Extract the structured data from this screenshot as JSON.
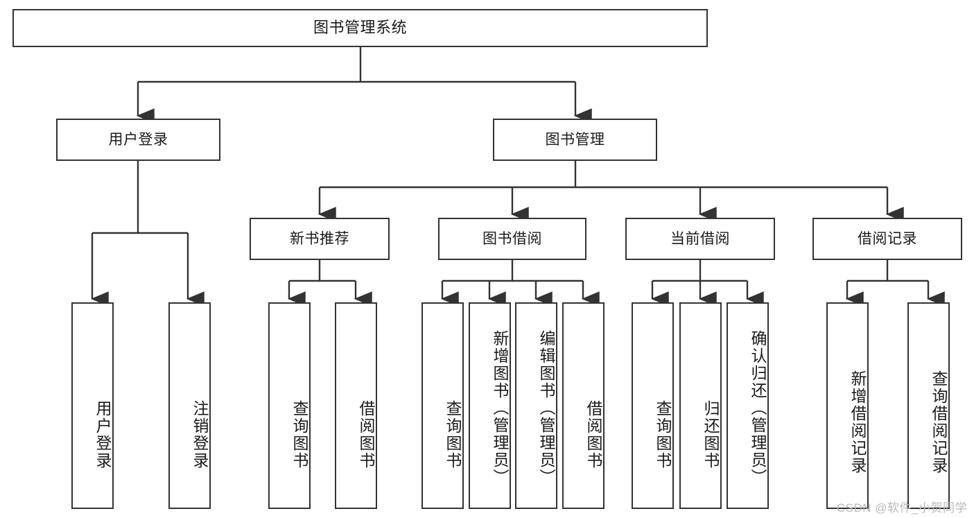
{
  "diagram": {
    "title": "图书管理系统",
    "type": "tree",
    "background_color": "#ffffff",
    "line_color": "#333333",
    "box_border_color": "#333333",
    "text_color": "#1a1a1a"
  },
  "root": {
    "label": "图书管理系统"
  },
  "level2": [
    {
      "label": "用户登录"
    },
    {
      "label": "图书管理"
    }
  ],
  "level3": [
    {
      "label": "新书推荐"
    },
    {
      "label": "图书借阅"
    },
    {
      "label": "当前借阅"
    },
    {
      "label": "借阅记录"
    }
  ],
  "leaves": {
    "user_login": [
      {
        "label": "用户登录"
      },
      {
        "label": "注销登录"
      }
    ],
    "new_book_recommend": [
      {
        "label": "查询图书"
      },
      {
        "label": "借阅图书"
      }
    ],
    "book_borrow": [
      {
        "label": "查询图书"
      },
      {
        "label": "新增图书（管理员）"
      },
      {
        "label": "编辑图书（管理员）"
      },
      {
        "label": "借阅图书"
      }
    ],
    "current_borrow": [
      {
        "label": "查询图书"
      },
      {
        "label": "归还图书"
      },
      {
        "label": "确认归还（管理员）"
      }
    ],
    "borrow_record": [
      {
        "label": "新增借阅记录"
      },
      {
        "label": "查询借阅记录"
      }
    ]
  },
  "watermark": {
    "text": "CSDN @软件_小贺同学",
    "color": "#b9b9b9"
  }
}
